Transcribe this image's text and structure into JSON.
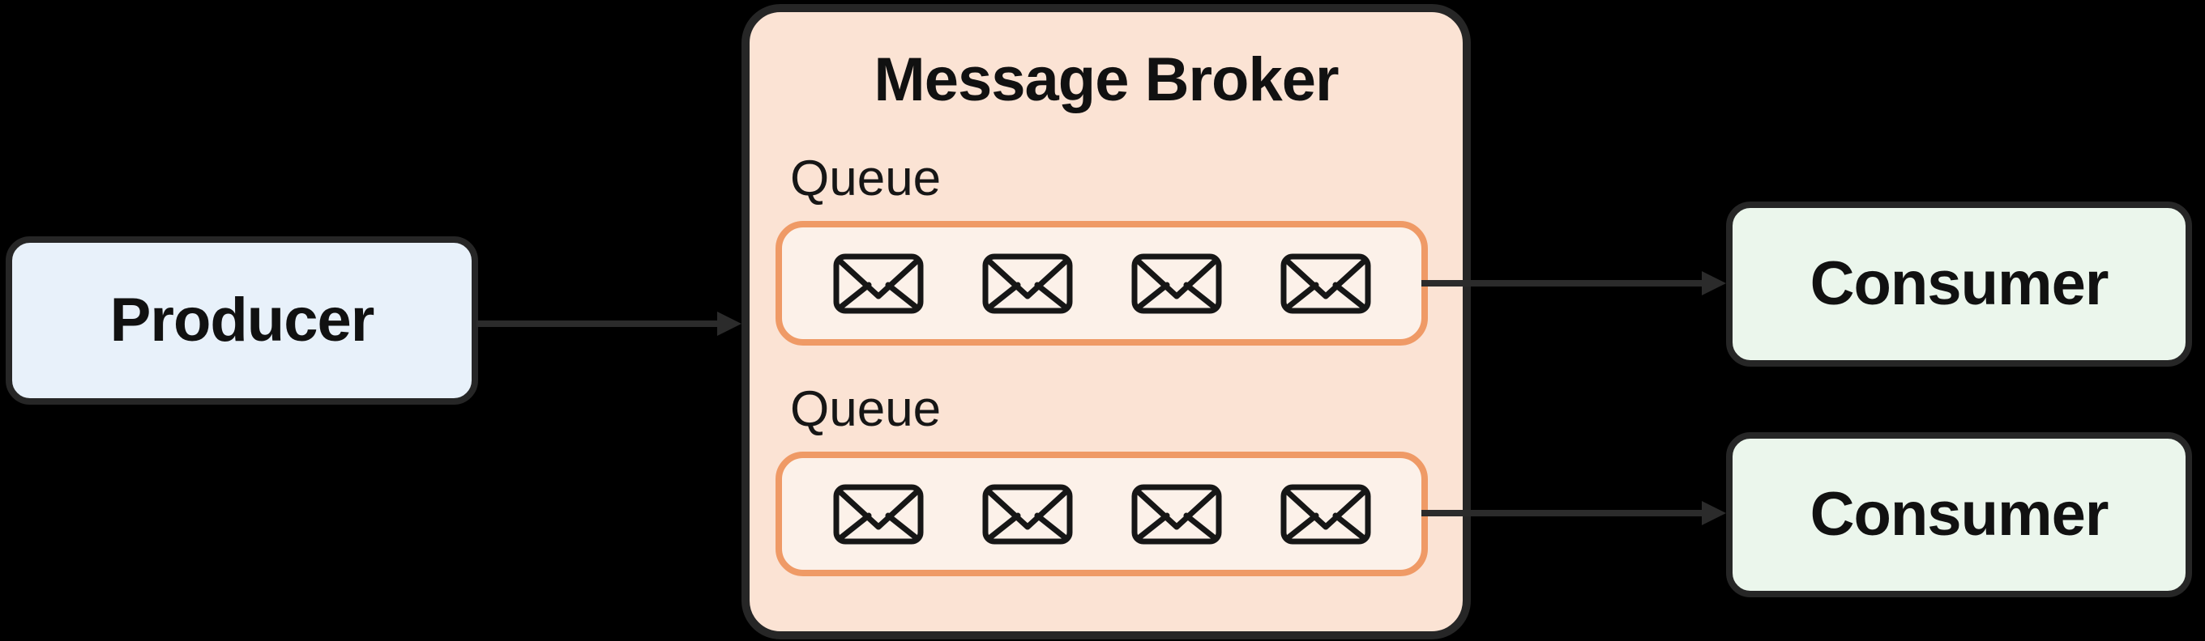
{
  "diagram": {
    "background": "#000000",
    "arrow_color": "#2B2B2B",
    "node_border_color": "#262626",
    "text_color": "#111111",
    "producer": {
      "label": "Producer",
      "fill": "#E8F1FA"
    },
    "broker": {
      "title": "Message Broker",
      "fill": "#FBE3D4",
      "queues": [
        {
          "label": "Queue",
          "message_count": 4,
          "fill": "#FCF1E9",
          "border": "#EF9A66",
          "message_icon": "envelope-icon"
        },
        {
          "label": "Queue",
          "message_count": 4,
          "fill": "#FCF1E9",
          "border": "#EF9A66",
          "message_icon": "envelope-icon"
        }
      ]
    },
    "consumers": [
      {
        "label": "Consumer"
      },
      {
        "label": "Consumer"
      }
    ],
    "consumer_fill": "#EBF6EC",
    "arrows": [
      {
        "from": "producer",
        "to": "message-broker"
      },
      {
        "from": "queue-1",
        "to": "consumer-1"
      },
      {
        "from": "queue-2",
        "to": "consumer-2"
      }
    ]
  }
}
